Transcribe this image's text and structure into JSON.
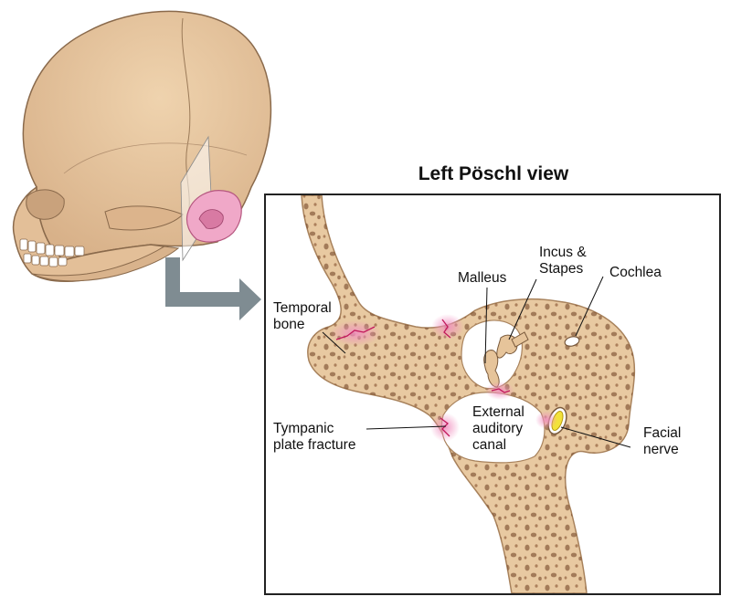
{
  "title": "Left Pöschl view",
  "labels": {
    "temporal_bone": "Temporal\nbone",
    "tympanic_fracture": "Tympanic\nplate fracture",
    "malleus": "Malleus",
    "incus_stapes": "Incus &\nStapes",
    "cochlea": "Cochlea",
    "external_canal": "External\nauditory\ncanal",
    "facial_nerve": "Facial\nnerve"
  },
  "colors": {
    "bone": "#e8c9a1",
    "bone_edge": "#a8825c",
    "pores": "#6b3b1e",
    "fracture_glow": "#f2a7c8",
    "fracture_line": "#c2185b",
    "nerve": "#f2e23a",
    "ear": "#f0a8c8",
    "arrow": "#7f8c92"
  }
}
